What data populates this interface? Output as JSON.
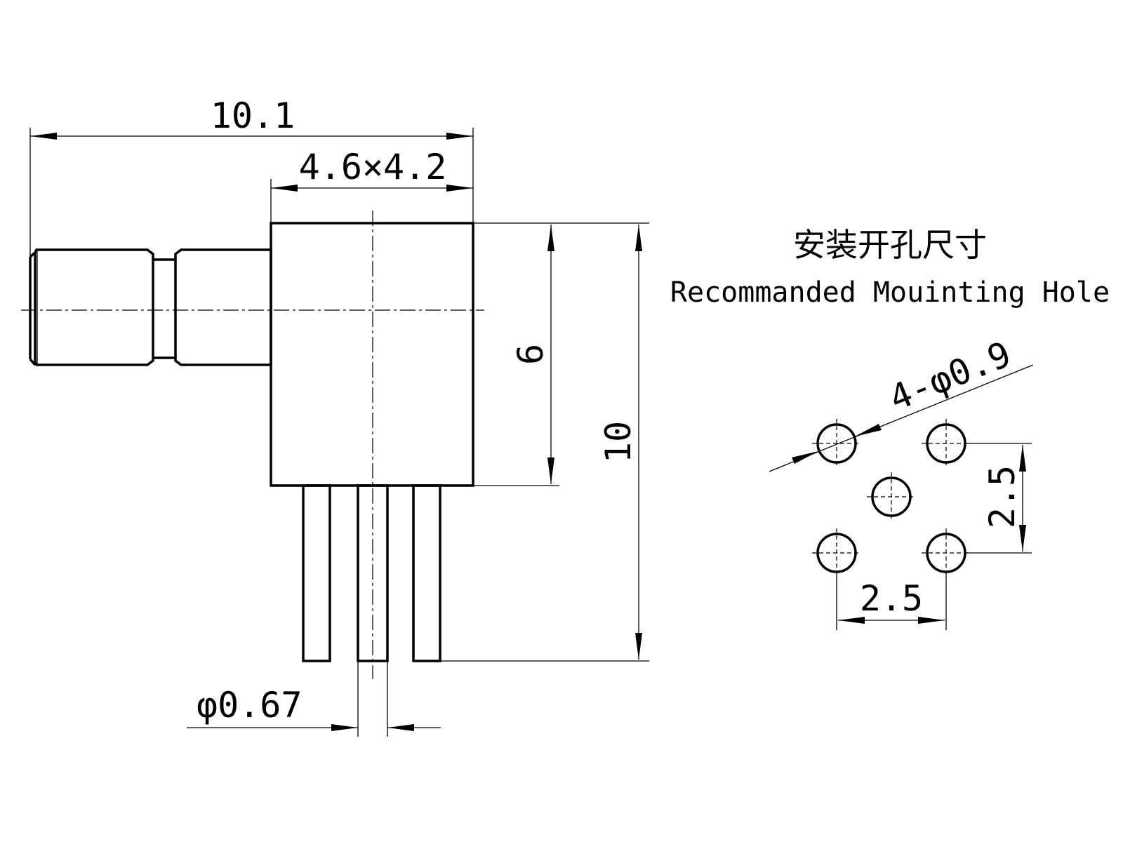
{
  "mounting_hole": {
    "title_cn": "安装开孔尺寸",
    "title_en": "Recommanded Mouinting Hole"
  },
  "dimensions": {
    "overall_length": "10.1",
    "body_size": "4.6×4.2",
    "body_height": "6",
    "overall_height": "10",
    "pin_diameter": "φ0.67",
    "hole_count_diameter": "4-φ0.9",
    "hole_pitch_vertical": "2.5",
    "hole_pitch_horizontal": "2.5"
  }
}
